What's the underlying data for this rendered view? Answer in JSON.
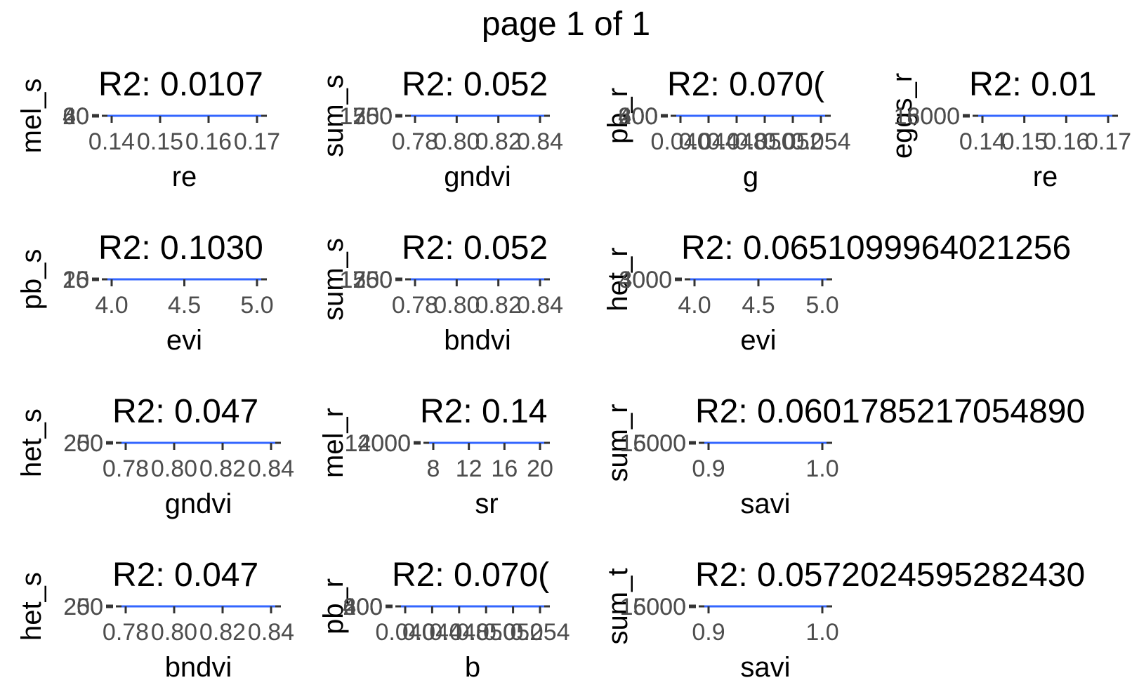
{
  "page_title": "page 1 of 1",
  "colors": {
    "line": "#3366ff",
    "axis": "#333333",
    "tick_text": "#4d4d4d",
    "text": "#000000"
  },
  "chart_data": [
    {
      "type": "line",
      "title": "R2: 0.0107",
      "xlabel": "re",
      "ylabel": "mel_s",
      "x_ticks": [
        "0.14",
        "0.15",
        "0.16",
        "0.17"
      ],
      "y_ticks": [
        "20",
        "40",
        "60"
      ]
    },
    {
      "type": "line",
      "title": "R2: 0.052",
      "xlabel": "gndvi",
      "ylabel": "sum_s",
      "x_ticks": [
        "0.78",
        "0.80",
        "0.82",
        "0.84"
      ],
      "y_ticks": [
        "1250",
        "1500",
        "1750"
      ]
    },
    {
      "type": "line",
      "title": "R2: 0.070(",
      "xlabel": "g",
      "ylabel": "pb_r",
      "x_ticks": [
        "0.040",
        "0.044",
        "0.048",
        "0.050",
        "0.052",
        "0.054"
      ],
      "y_ticks": [
        "200",
        "400",
        "600"
      ]
    },
    {
      "type": "line",
      "title": "R2: 0.01",
      "xlabel": "re",
      "ylabel": "eggs_r",
      "x_ticks": [
        "0.14",
        "0.15",
        "0.16",
        "0.17"
      ],
      "y_ticks": [
        "16000",
        "18000"
      ]
    },
    {
      "type": "line",
      "title": "R2: 0.1030",
      "xlabel": "evi",
      "ylabel": "pb_s",
      "x_ticks": [
        "4.0",
        "4.5",
        "5.0"
      ],
      "y_ticks": [
        "10",
        "15",
        "20"
      ]
    },
    {
      "type": "line",
      "title": "R2: 0.052",
      "xlabel": "bndvi",
      "ylabel": "sum_s",
      "x_ticks": [
        "0.78",
        "0.80",
        "0.82",
        "0.84"
      ],
      "y_ticks": [
        "1250",
        "1500",
        "1750"
      ]
    },
    {
      "type": "line",
      "title": "R2: 0.0651099964021256",
      "xlabel": "evi",
      "ylabel": "het_r",
      "x_ticks": [
        "4.0",
        "4.5",
        "5.0"
      ],
      "y_ticks": [
        "3000",
        "4000"
      ]
    },
    {
      "type": "line",
      "title": "R2: 0.047",
      "xlabel": "gndvi",
      "ylabel": "het_s",
      "x_ticks": [
        "0.78",
        "0.80",
        "0.82",
        "0.84"
      ],
      "y_ticks": [
        "200",
        "250"
      ]
    },
    {
      "type": "line",
      "title": "R2: 0.14",
      "xlabel": "sr",
      "ylabel": "mel_r",
      "x_ticks": [
        "8",
        "12",
        "16",
        "20"
      ],
      "y_ticks": [
        "12000",
        "14000"
      ]
    },
    {
      "type": "line",
      "title": "R2: 0.0601785217054890",
      "xlabel": "savi",
      "ylabel": "sum_r",
      "x_ticks": [
        "0.9",
        "1.0"
      ],
      "y_ticks": [
        "15000",
        "16000"
      ]
    },
    {
      "type": "line",
      "title": "R2: 0.047",
      "xlabel": "bndvi",
      "ylabel": "het_s",
      "x_ticks": [
        "0.78",
        "0.80",
        "0.82",
        "0.84"
      ],
      "y_ticks": [
        "200",
        "250"
      ]
    },
    {
      "type": "line",
      "title": "R2: 0.070(",
      "xlabel": "b",
      "ylabel": "pb_r",
      "x_ticks": [
        "0.040",
        "0.044",
        "0.048",
        "0.050",
        "0.052",
        "0.054"
      ],
      "y_ticks": [
        "200",
        "400",
        "600"
      ]
    },
    {
      "type": "line",
      "title": "R2: 0.0572024595282430",
      "xlabel": "savi",
      "ylabel": "sum_t",
      "x_ticks": [
        "0.9",
        "1.0"
      ],
      "y_ticks": [
        "15000",
        "16000"
      ]
    }
  ]
}
